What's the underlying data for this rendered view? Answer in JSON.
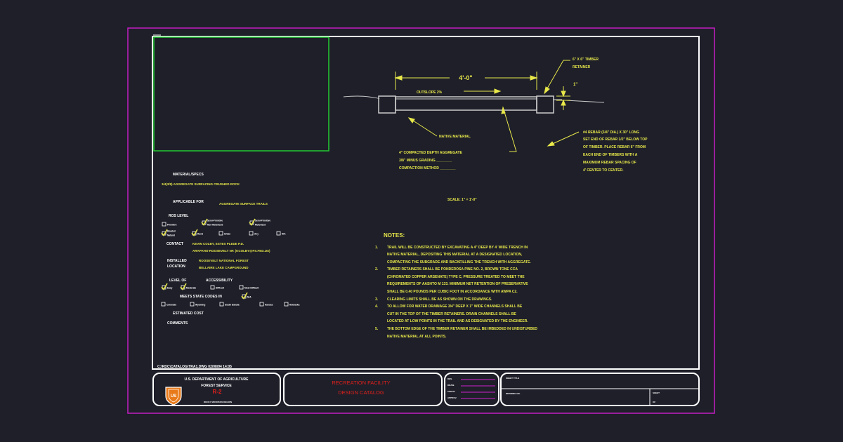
{
  "colors": {
    "background": "#1e1f29",
    "outer_border": "#c21ec2",
    "frame": "#ffffff",
    "viewport": "#22cc33",
    "annotation": "#e8e84a",
    "title": "#e0201c",
    "revision_lines": "#d020d0"
  },
  "drawing": {
    "dimension": "4'-0\"",
    "outslope": "OUTSLOPE 2%",
    "timber_callout": [
      "6\" X 6\" TIMBER",
      "RETAINER"
    ],
    "inch_dim": "1\"",
    "native_material": "NATIVE MATERIAL",
    "aggregate_notes": [
      "4\" COMPACTED DEPTH AGGREGATE",
      "3/8\" MINUS GRADING ________",
      "COMPACTION METHOD ________"
    ],
    "rebar_notes": [
      "#4 REBAR (3/4\" DIA.) X 30\" LONG",
      "SET END OF REBAR 1/2\" BELOW TOP",
      "OF TIMBER.  PLACE REBAR 6\" FROM",
      "EACH END OF TIMBERS WITH A",
      "MAXIMUM REBAR SPACING OF",
      "4' CENTER TO CENTER."
    ],
    "scale": "SCALE: 1\" = 1'-0\""
  },
  "notes": {
    "heading": "NOTES:",
    "items": [
      {
        "num": "1.",
        "lines": [
          "TRAIL WILL BE CONSTRUCTED BY EXCAVATING A 4\" DEEP BY 4' WIDE TRENCH IN",
          "NATIVE MATERIAL, DEPOSITING THIS MATERIAL AT A DESIGNATED LOCATION,",
          "COMPACTING THE SUBGRADE AND BACKFILLING THE TRENCH WITH AGGREGATE."
        ]
      },
      {
        "num": "2.",
        "lines": [
          "TIMBER RETAINERS SHALL BE PONDEROSA PINE NO. 2, BROWN TONE CCA",
          "(CHROMATED COPPER ARSENATE) TYPE C, PRESSURE TREATED TO MEET THE",
          "REQUIREMENTS OF AASHTO M 133.  MINIMUM NET RETENTION OF PRESERVATIVE",
          "SHALL BE 0.40 POUNDS PER CUBIC FOOT IN ACCORDANCE WITH AWPA C2."
        ]
      },
      {
        "num": "3.",
        "lines": [
          "CLEARING LIMITS SHALL BE AS SHOWN ON THE DRAWINGS."
        ]
      },
      {
        "num": "4.",
        "lines": [
          "TO ALLOW FOR WATER DRAINAGE 3/4\" DEEP X 1\" WIDE CHANNELS SHALL BE",
          "CUT IN THE TOP OF THE TIMBER RETAINERS.  DRAIN CHANNELS SHALL BE",
          "LOCATED AT LOW POINTS IN THE TRAIL AND AS DESIGNATED BY THE ENGINEER."
        ]
      },
      {
        "num": "5.",
        "lines": [
          "THE BOTTOM EDGE OF THE TIMBER RETAINER SHALL BE IMBEDDED IN UNDISTURBED",
          "NATIVE MATERIAL AT ALL POINTS."
        ]
      }
    ]
  },
  "specs": {
    "material_label": "MATERIAL/SPECS",
    "material_value": "3/4(3/8) AGGREGATE SURFACING CRUSHED ROCK",
    "applicable_label": "APPLICABLE FOR",
    "applicable_value": "AGGREGATE SURFACE TRAILS",
    "ros_label": "ROS LEVEL",
    "ros_options": [
      {
        "label": "Primitive",
        "checked": false
      },
      {
        "label": "Semi-Primitive Non-Motorized",
        "checked": true
      },
      {
        "label": "Semi-Primitive Motorized",
        "checked": true
      },
      {
        "label": "Roaded Natural",
        "checked": true
      },
      {
        "label": "Rural",
        "checked": true
      },
      {
        "label": "Urban",
        "checked": false
      },
      {
        "label": "Any",
        "checked": false
      },
      {
        "label": "N/A",
        "checked": false
      }
    ],
    "contact_label": "CONTACT",
    "contact_value": [
      "KEVIN COLBY, ESTES PLEDE P.D.",
      "ARAPAHO-ROOSEVELT NF. (KCOLBY@FS.FED.US)"
    ],
    "installed_label": [
      "INSTALLED",
      "LOCATION"
    ],
    "installed_value": [
      "ROOSEVELT NATIONAL FOREST",
      "BELLAIRE LAKE CAMPGROUND"
    ],
    "level_label": "LEVEL OF",
    "accessibility_label": "ACCESSIBILITY",
    "level_options": [
      {
        "label": "Easy",
        "checked": true
      },
      {
        "label": "Moderate",
        "checked": true
      },
      {
        "label": "Difficult",
        "checked": false
      },
      {
        "label": "Most Difficult",
        "checked": false
      }
    ],
    "state_codes_label": "MEETS STATE CODES IN",
    "state_codes_top": {
      "label": "N/A",
      "checked": true
    },
    "state_options": [
      {
        "label": "Colorado",
        "checked": false
      },
      {
        "label": "Wyoming",
        "checked": false
      },
      {
        "label": "South Dakota",
        "checked": false
      },
      {
        "label": "Kansas",
        "checked": false
      },
      {
        "label": "Nebraska",
        "checked": false
      }
    ],
    "estimated_cost_label": "ESTIMATED COST",
    "comments_label": "COMMENTS"
  },
  "file_path": "C:\\RDC\\CATALOG\\TRA1.DWG  02/08/94  14:05",
  "title_block": {
    "agency_line1": "U.S. DEPARTMENT OF AGRICULTURE",
    "agency_line2": "FOREST SERVICE",
    "region": "R-2",
    "region_sub": "ROCKY MOUNTAIN REGION",
    "title_line1": "RECREATION FACILITY",
    "title_line2": "DESIGN CATALOG",
    "rev_labels": [
      "DES.",
      "DRAW.",
      "CHECK",
      "APPROV."
    ],
    "sheet_label": "SHEET TITLE",
    "drawing_label": "DRAWING NO.",
    "sheet_no_label": "SHEET",
    "sheet_no_value": "OF"
  }
}
